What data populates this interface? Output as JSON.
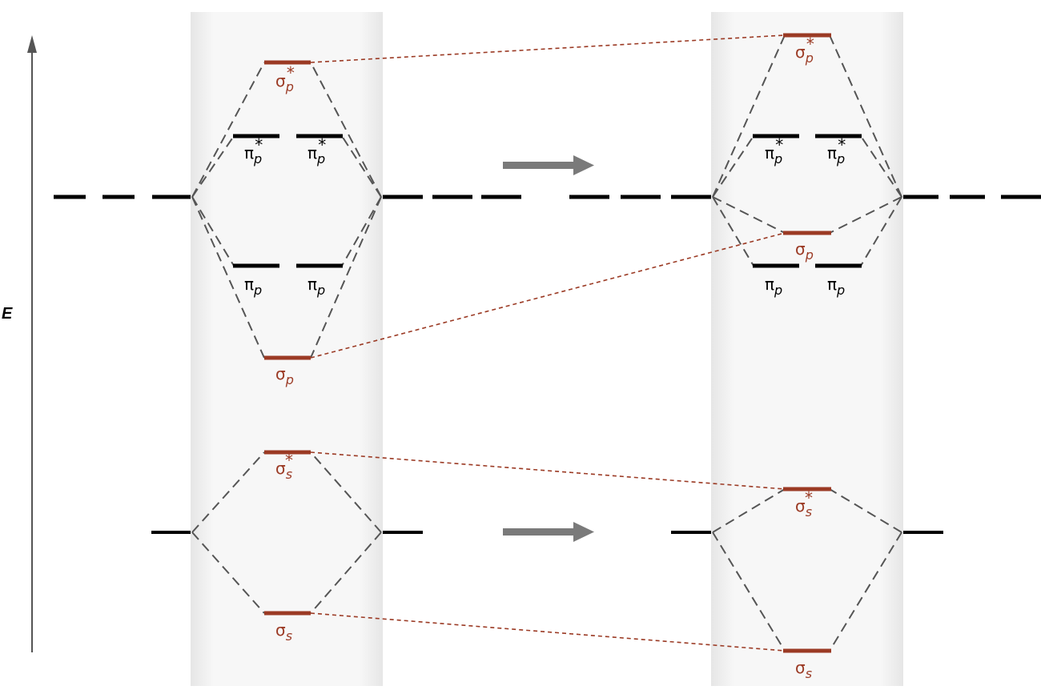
{
  "axis": {
    "label": "E"
  },
  "colors": {
    "red": "#9b3a24",
    "black": "#000000",
    "dash": "#555555",
    "panel": "#ececec",
    "arrow": "#7a7a7a"
  },
  "left_diagram": {
    "orbitals": [
      {
        "name": "sigma_p_star",
        "sym": "σ",
        "sub": "p",
        "sup": "*",
        "color": "red"
      },
      {
        "name": "pi_p_star_1",
        "sym": "π",
        "sub": "p",
        "sup": "*",
        "color": "black"
      },
      {
        "name": "pi_p_star_2",
        "sym": "π",
        "sub": "p",
        "sup": "*",
        "color": "black"
      },
      {
        "name": "pi_p_1",
        "sym": "π",
        "sub": "p",
        "sup": "",
        "color": "black"
      },
      {
        "name": "pi_p_2",
        "sym": "π",
        "sub": "p",
        "sup": "",
        "color": "black"
      },
      {
        "name": "sigma_p",
        "sym": "σ",
        "sub": "p",
        "sup": "",
        "color": "red"
      },
      {
        "name": "sigma_s_star",
        "sym": "σ",
        "sub": "s",
        "sup": "*",
        "color": "red"
      },
      {
        "name": "sigma_s",
        "sym": "σ",
        "sub": "s",
        "sup": "",
        "color": "red"
      }
    ]
  },
  "right_diagram": {
    "orbitals": [
      {
        "name": "sigma_p_star",
        "sym": "σ",
        "sub": "p",
        "sup": "*",
        "color": "red"
      },
      {
        "name": "pi_p_star_1",
        "sym": "π",
        "sub": "p",
        "sup": "*",
        "color": "black"
      },
      {
        "name": "pi_p_star_2",
        "sym": "π",
        "sub": "p",
        "sup": "*",
        "color": "black"
      },
      {
        "name": "sigma_p",
        "sym": "σ",
        "sub": "p",
        "sup": "",
        "color": "red"
      },
      {
        "name": "pi_p_1",
        "sym": "π",
        "sub": "p",
        "sup": "",
        "color": "black"
      },
      {
        "name": "pi_p_2",
        "sym": "π",
        "sub": "p",
        "sup": "",
        "color": "black"
      },
      {
        "name": "sigma_s_star",
        "sym": "σ",
        "sub": "s",
        "sup": "*",
        "color": "red"
      },
      {
        "name": "sigma_s",
        "sym": "σ",
        "sub": "s",
        "sup": "",
        "color": "red"
      }
    ]
  },
  "labels": {
    "sigma": "σ",
    "pi": "π",
    "p": "p",
    "s": "s",
    "star": "*"
  }
}
